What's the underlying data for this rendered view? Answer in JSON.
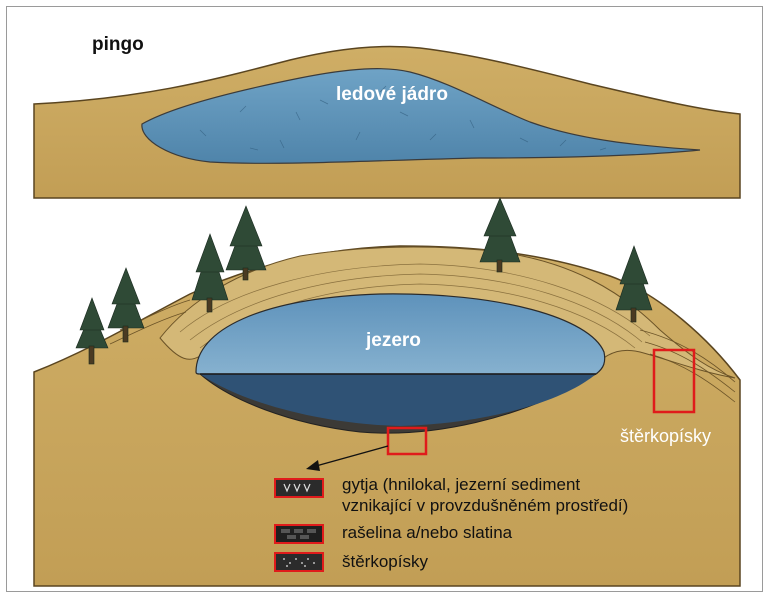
{
  "top_panel": {
    "title": "pingo",
    "ice_core_label": "ledové jádro"
  },
  "bottom_panel": {
    "lake_label": "jezero",
    "gravel_label": "štěrkopísky"
  },
  "legend": {
    "items": [
      {
        "text_line1": "gytja (hnilokal, jezerní sediment",
        "text_line2": "vznikající v provzdušněném prostředí)",
        "pattern": "gytja"
      },
      {
        "text_line1": "rašelina a/nebo slatina",
        "pattern": "peat"
      },
      {
        "text_line1": "štěrkopísky",
        "pattern": "gravel"
      }
    ]
  },
  "colors": {
    "ground": "#c8a55c",
    "ice": "#5b90b5",
    "lake_upper": "#6a9bc0",
    "lake_lower": "#2f5275",
    "frame_red": "#e01b1b",
    "tree": "#2f4a36",
    "sediment": "#3a3a3a"
  }
}
